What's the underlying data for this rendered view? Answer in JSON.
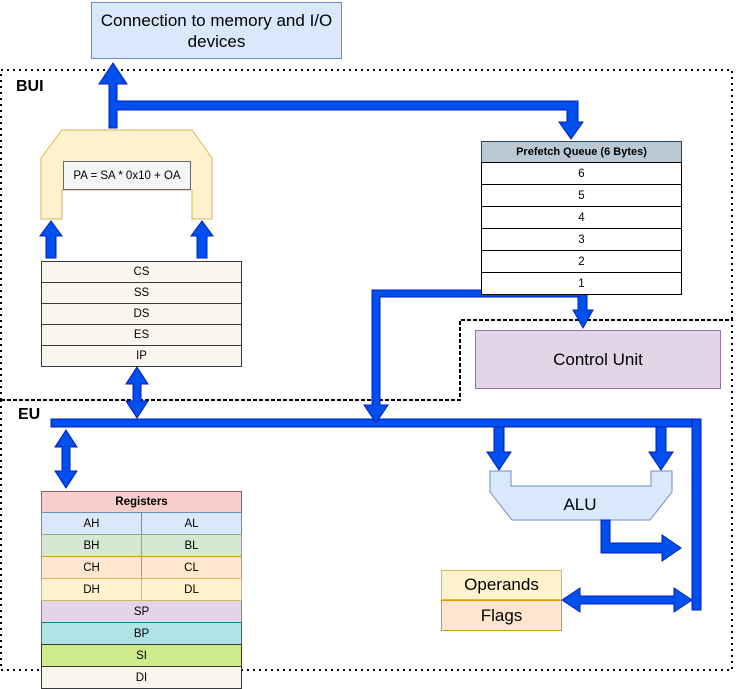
{
  "memory_box": "Connection to memory and I/O devices",
  "bui_label": "BUI",
  "eu_label": "EU",
  "address_formula": "PA = SA * 0x10 + OA",
  "segment_registers": [
    "CS",
    "SS",
    "DS",
    "ES",
    "IP"
  ],
  "prefetch_queue": {
    "title": "Prefetch Queue (6 Bytes)",
    "slots": [
      "6",
      "5",
      "4",
      "3",
      "2",
      "1"
    ]
  },
  "control_unit": "Control Unit",
  "alu": "ALU",
  "operands": "Operands",
  "flags": "Flags",
  "registers": {
    "title": "Registers",
    "pairs": [
      {
        "high": "AH",
        "low": "AL",
        "fill": "#dae8fc",
        "stroke": "#6c8ebf"
      },
      {
        "high": "BH",
        "low": "BL",
        "fill": "#d5e8d4",
        "stroke": "#82b366"
      },
      {
        "high": "CH",
        "low": "CL",
        "fill": "#ffe6cc",
        "stroke": "#d79b00"
      },
      {
        "high": "DH",
        "low": "DL",
        "fill": "#fff2cc",
        "stroke": "#d6b656"
      }
    ],
    "singles": [
      {
        "name": "SP",
        "fill": "#e1d5e7",
        "stroke": "#9673a6"
      },
      {
        "name": "BP",
        "fill": "#b0e3e6",
        "stroke": "#0e8088"
      },
      {
        "name": "SI",
        "fill": "#cdeb8b",
        "stroke": "#36393d"
      },
      {
        "name": "DI",
        "fill": "#f9f7ed",
        "stroke": "#36393d"
      }
    ]
  },
  "colors": {
    "bus": "#0050ef",
    "bus_stroke": "#001dbc",
    "mux_fill": "#fff2cc",
    "mux_stroke": "#d6b656",
    "alu_fill": "#dae8fc",
    "alu_stroke": "#6c8ebf"
  }
}
